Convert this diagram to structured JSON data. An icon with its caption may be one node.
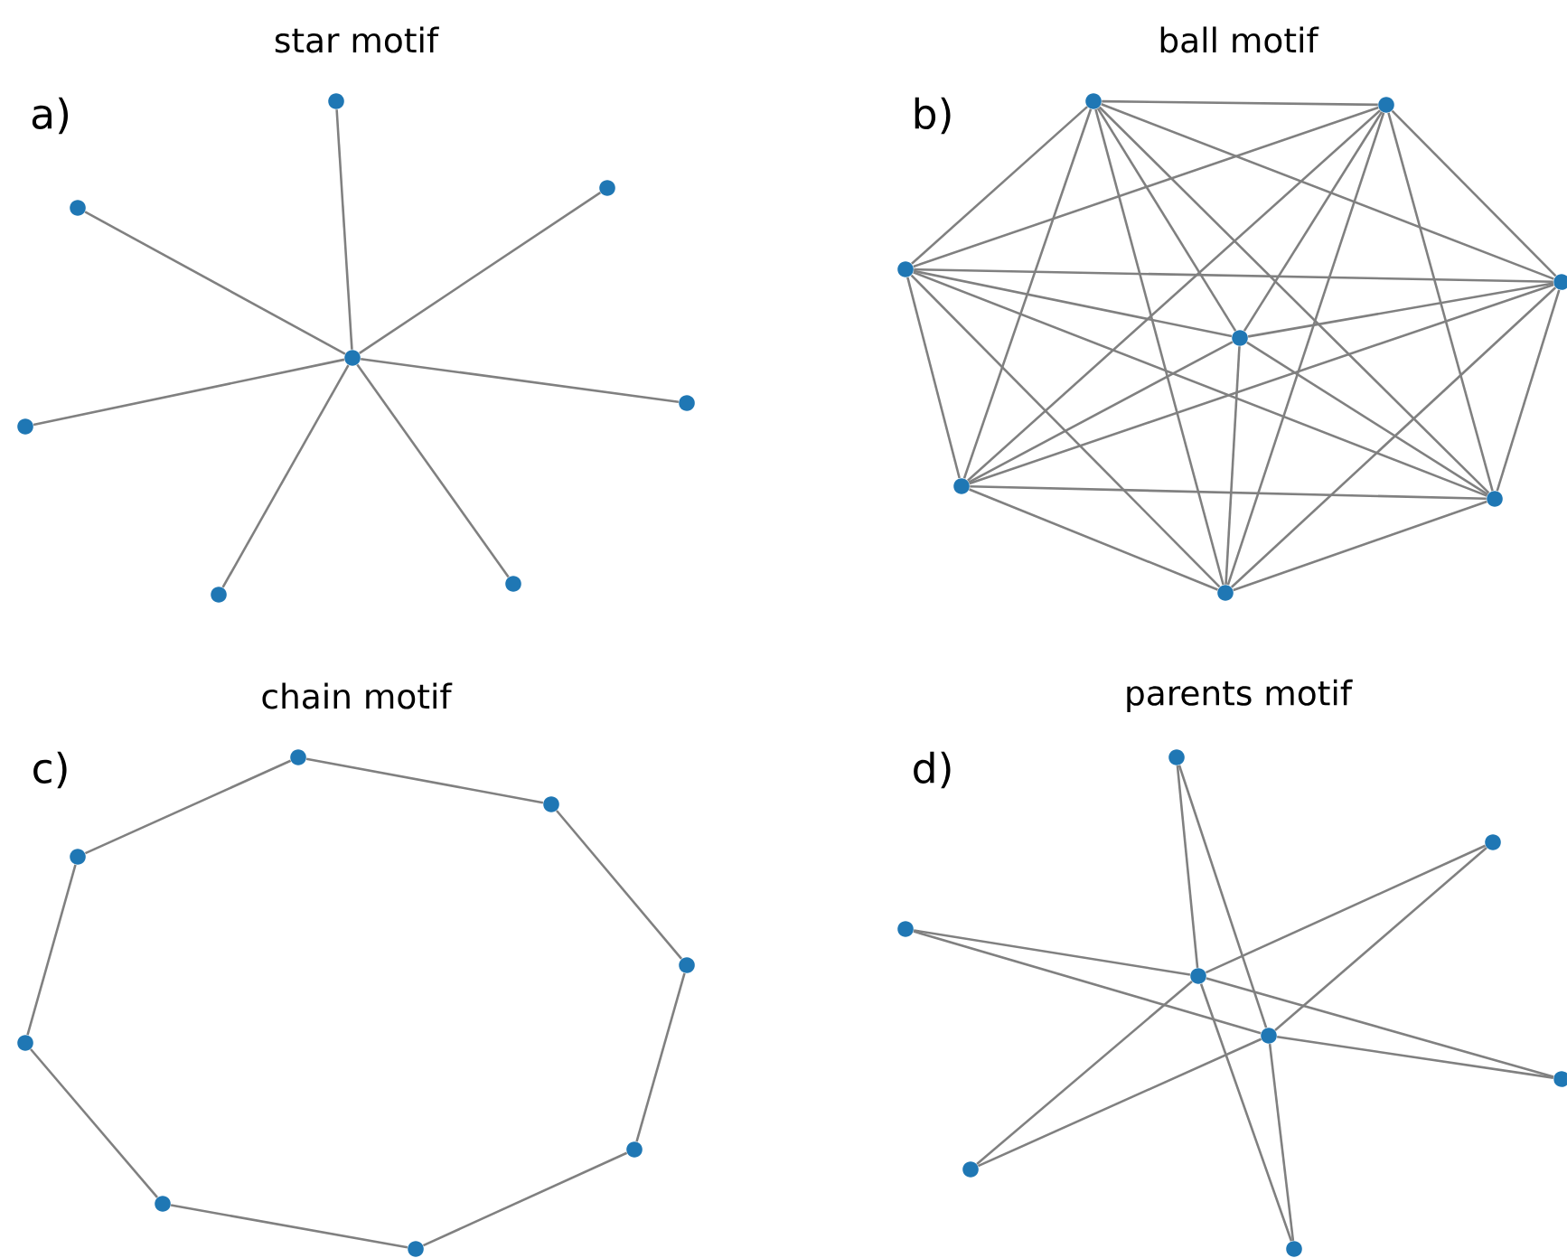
{
  "diagram": {
    "nodes": [
      {
        "text": [],
        "shape": "circle"
      },
      {
        "text": [],
        "shape": "circle"
      },
      {
        "text": [],
        "shape": "circle"
      },
      {
        "text": [],
        "shape": "circle"
      },
      {
        "text": [],
        "shape": "circle"
      },
      {
        "text": [],
        "shape": "circle"
      },
      {
        "text": [],
        "shape": "circle"
      },
      {
        "text": [],
        "shape": "circle"
      },
      {
        "text": [],
        "shape": "circle"
      },
      {
        "text": [],
        "shape": "circle"
      },
      {
        "text": [],
        "shape": "circle"
      },
      {
        "text": [],
        "shape": "circle"
      },
      {
        "text": [],
        "shape": "circle"
      },
      {
        "text": [],
        "shape": "circle"
      },
      {
        "text": [],
        "shape": "circle"
      },
      {
        "text": [],
        "shape": "circle"
      },
      {
        "text": [],
        "shape": "circle"
      },
      {
        "text": [],
        "shape": "circle"
      },
      {
        "text": [],
        "shape": "circle"
      },
      {
        "text": [],
        "shape": "circle"
      },
      {
        "text": [],
        "shape": "circle"
      },
      {
        "text": [],
        "shape": "circle"
      },
      {
        "text": [],
        "shape": "circle"
      },
      {
        "text": [],
        "shape": "circle"
      },
      {
        "text": [],
        "shape": "circle"
      },
      {
        "text": [],
        "shape": "circle"
      },
      {
        "text": [],
        "shape": "circle"
      },
      {
        "text": [],
        "shape": "circle"
      },
      {
        "text": [],
        "shape": "circle"
      },
      {
        "text": [],
        "shape": "circle"
      },
      {
        "text": [],
        "shape": "circle"
      },
      {
        "text": [],
        "shape": "circle"
      }
    ],
    "edges": [
      {
        "from": 0,
        "to": 1,
        "arrow": "none"
      },
      {
        "from": 0,
        "to": 2,
        "arrow": "none"
      },
      {
        "from": 0,
        "to": 3,
        "arrow": "none"
      },
      {
        "from": 0,
        "to": 4,
        "arrow": "none"
      },
      {
        "from": 0,
        "to": 5,
        "arrow": "none"
      },
      {
        "from": 0,
        "to": 6,
        "arrow": "none"
      },
      {
        "from": 0,
        "to": 7,
        "arrow": "none"
      },
      {
        "from": 8,
        "to": 9,
        "arrow": "none"
      },
      {
        "from": 8,
        "to": 10,
        "arrow": "none"
      },
      {
        "from": 8,
        "to": 11,
        "arrow": "none"
      },
      {
        "from": 8,
        "to": 12,
        "arrow": "none"
      },
      {
        "from": 8,
        "to": 13,
        "arrow": "none"
      },
      {
        "from": 8,
        "to": 14,
        "arrow": "none"
      },
      {
        "from": 8,
        "to": 15,
        "arrow": "none"
      },
      {
        "from": 9,
        "to": 10,
        "arrow": "none"
      },
      {
        "from": 9,
        "to": 11,
        "arrow": "none"
      },
      {
        "from": 9,
        "to": 12,
        "arrow": "none"
      },
      {
        "from": 9,
        "to": 13,
        "arrow": "none"
      },
      {
        "from": 9,
        "to": 14,
        "arrow": "none"
      },
      {
        "from": 9,
        "to": 15,
        "arrow": "none"
      },
      {
        "from": 10,
        "to": 11,
        "arrow": "none"
      },
      {
        "from": 10,
        "to": 12,
        "arrow": "none"
      },
      {
        "from": 10,
        "to": 13,
        "arrow": "none"
      },
      {
        "from": 10,
        "to": 14,
        "arrow": "none"
      },
      {
        "from": 10,
        "to": 15,
        "arrow": "none"
      },
      {
        "from": 11,
        "to": 12,
        "arrow": "none"
      },
      {
        "from": 11,
        "to": 13,
        "arrow": "none"
      },
      {
        "from": 11,
        "to": 14,
        "arrow": "none"
      },
      {
        "from": 11,
        "to": 15,
        "arrow": "none"
      },
      {
        "from": 12,
        "to": 13,
        "arrow": "none"
      },
      {
        "from": 12,
        "to": 14,
        "arrow": "none"
      },
      {
        "from": 12,
        "to": 15,
        "arrow": "none"
      },
      {
        "from": 13,
        "to": 14,
        "arrow": "none"
      },
      {
        "from": 13,
        "to": 15,
        "arrow": "none"
      },
      {
        "from": 14,
        "to": 15,
        "arrow": "none"
      },
      {
        "from": 16,
        "to": 17,
        "arrow": "none"
      },
      {
        "from": 17,
        "to": 18,
        "arrow": "none"
      },
      {
        "from": 18,
        "to": 19,
        "arrow": "none"
      },
      {
        "from": 19,
        "to": 20,
        "arrow": "none"
      },
      {
        "from": 20,
        "to": 21,
        "arrow": "none"
      },
      {
        "from": 21,
        "to": 22,
        "arrow": "none"
      },
      {
        "from": 22,
        "to": 23,
        "arrow": "none"
      },
      {
        "from": 23,
        "to": 16,
        "arrow": "none"
      },
      {
        "from": 24,
        "to": 27,
        "arrow": "none"
      },
      {
        "from": 24,
        "to": 28,
        "arrow": "none"
      },
      {
        "from": 25,
        "to": 27,
        "arrow": "none"
      },
      {
        "from": 25,
        "to": 28,
        "arrow": "none"
      },
      {
        "from": 26,
        "to": 27,
        "arrow": "none"
      },
      {
        "from": 26,
        "to": 28,
        "arrow": "none"
      },
      {
        "from": 29,
        "to": 27,
        "arrow": "none"
      },
      {
        "from": 29,
        "to": 28,
        "arrow": "none"
      },
      {
        "from": 30,
        "to": 27,
        "arrow": "none"
      },
      {
        "from": 30,
        "to": 28,
        "arrow": "none"
      },
      {
        "from": 31,
        "to": 27,
        "arrow": "none"
      },
      {
        "from": 31,
        "to": 28,
        "arrow": "none"
      }
    ],
    "labels": [
      "star motif",
      "a)",
      "ball motif",
      "b)",
      "chain motif",
      "c)",
      "parents motif",
      "d)"
    ]
  }
}
